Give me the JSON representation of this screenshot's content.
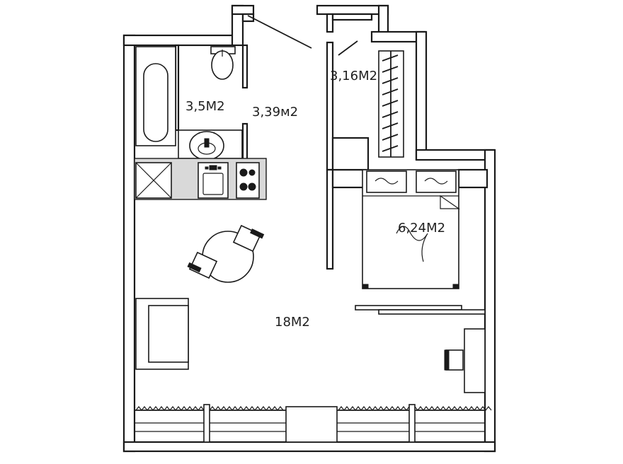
{
  "rooms": {
    "bathroom": "3,5M2",
    "hall": "3,39м2",
    "closet": "3,16M2",
    "bedroom": "6,24M2",
    "living": "18M2"
  }
}
